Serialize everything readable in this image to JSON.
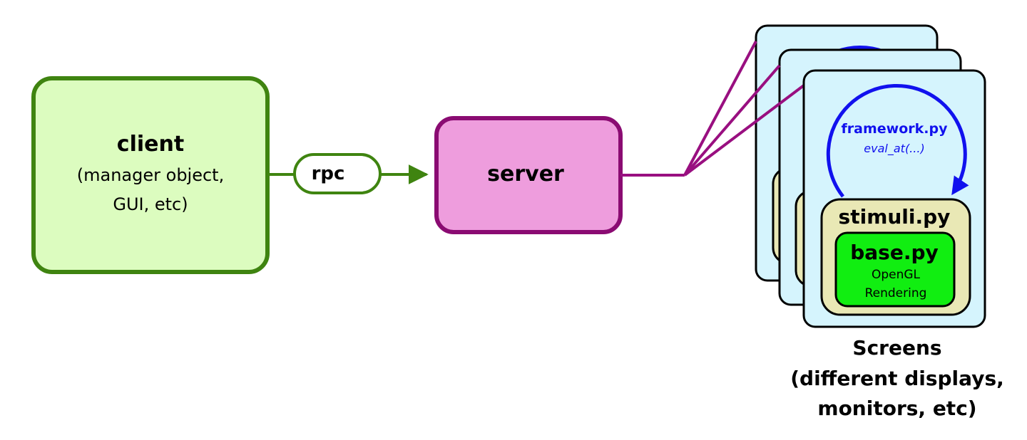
{
  "client": {
    "title": "client",
    "line1": "(manager object,",
    "line2": "GUI, etc)",
    "fill": "#dcfcbf",
    "stroke": "#3f8410"
  },
  "rpc": {
    "label": "rpc",
    "stroke": "#3f8410"
  },
  "server": {
    "label": "server",
    "fill": "#ee9ddd",
    "stroke": "#8a0b72",
    "link_color": "#990f80"
  },
  "screen": {
    "fill": "#d5f4fd",
    "stroke": "#000000",
    "loop_color": "#1111ee",
    "framework_label": "framework.py",
    "eval_label": "eval_at(...)",
    "stimuli_label": "stimuli.py",
    "stimuli_fill": "#e9e8b5",
    "base_label": "base.py",
    "base_fill": "#11ee11",
    "base_line1": "OpenGL",
    "base_line2": "Rendering"
  },
  "caption": {
    "line1": "Screens",
    "line2": "(different displays,",
    "line3": "monitors, etc)"
  }
}
